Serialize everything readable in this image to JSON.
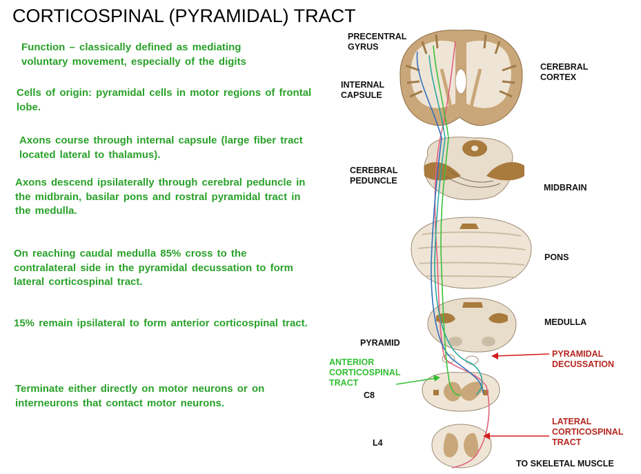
{
  "title": "CORTICOSPINAL (PYRAMIDAL) TRACT",
  "paragraphs": {
    "function": "Function – classically defined as mediating voluntary movement, especially of the digits",
    "origin": "Cells of origin: pyramidal cells in motor regions of frontal lobe.",
    "capsule": "Axons course through internal capsule (large fiber tract located lateral to thalamus).",
    "descend": "Axons descend ipsilaterally through cerebral peduncle in the midbrain, basilar pons and rostral pyramidal tract in the medulla.",
    "cross": "On reaching caudal medulla 85% cross to the contralateral side in the pyramidal decussation to form lateral corticospinal tract.",
    "remain": "15% remain ipsilateral to form anterior corticospinal tract.",
    "terminate": "Terminate either directly on motor neurons or on interneurons that contact motor neurons."
  },
  "labels": {
    "precentral": [
      "PRECENTRAL",
      "GYRUS"
    ],
    "internal_capsule": [
      "INTERNAL",
      "CAPSULE"
    ],
    "cerebral_cortex": [
      "CEREBRAL",
      "CORTEX"
    ],
    "cerebral_peduncle": [
      "CEREBRAL",
      "PEDUNCLE"
    ],
    "midbrain": "MIDBRAIN",
    "pons": "PONS",
    "medulla": "MEDULLA",
    "pyramid": "PYRAMID",
    "pyramidal_decussation": [
      "PYRAMIDAL",
      "DECUSSATION"
    ],
    "anterior_tract": [
      "ANTERIOR",
      "CORTICOSPINAL",
      "TRACT"
    ],
    "c8": "C8",
    "l4": "L4",
    "lateral_tract": [
      "LATERAL",
      "CORTICOSPINAL",
      "TRACT"
    ],
    "skeletal_muscle": "TO SKELETAL MUSCLE"
  },
  "colors": {
    "text_green": "#2aa12a",
    "label_red": "#b3261e",
    "label_green": "#2fbf2f",
    "tissue_tan": "#e8dccb",
    "tissue_brown": "#a87a3c",
    "tract_pink": "#e0607a",
    "tract_blue": "#2f6fb8",
    "tract_teal": "#2aa79b",
    "tract_green": "#3bbf3b",
    "arrow_red": "#d11f1f"
  }
}
